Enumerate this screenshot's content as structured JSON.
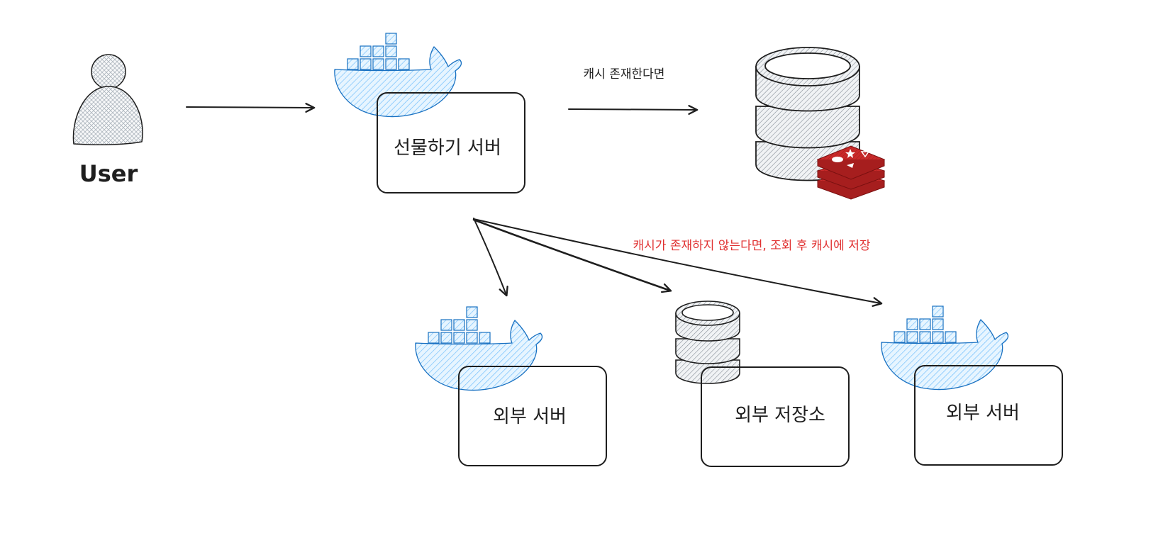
{
  "colors": {
    "ink": "#1e1e1e",
    "docker_blue": "#a5d8ff",
    "docker_stroke": "#1971c2",
    "db_gray": "#868e96",
    "redis_red": "#c92a2a",
    "alert_red": "#e03131"
  },
  "nodes": {
    "user": {
      "label": "User",
      "icon": "user-icon"
    },
    "gift_server": {
      "label": "선물하기 서버",
      "icon": "docker-whale-icon"
    },
    "redis_cache": {
      "icon": "redis-database-icon"
    },
    "external_server_1": {
      "label": "외부 서버",
      "icon": "docker-whale-icon"
    },
    "external_storage": {
      "label": "외부 저장소",
      "icon": "database-icon"
    },
    "external_server_2": {
      "label": "외부 서버",
      "icon": "docker-whale-icon"
    }
  },
  "edges": {
    "cache_hit": {
      "label": "캐시 존재한다면"
    },
    "cache_miss": {
      "label": "캐시가 존재하지 않는다면, 조회 후 캐시에 저장"
    }
  }
}
